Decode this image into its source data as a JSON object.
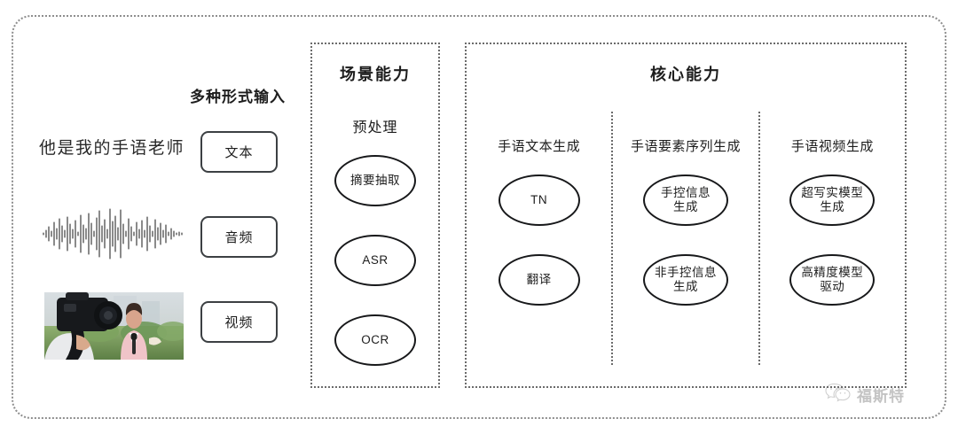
{
  "input": {
    "heading": "多种形式输入",
    "sample_text": "他是我的手语老师",
    "modalities": [
      {
        "label": "文本",
        "icon": "text-icon"
      },
      {
        "label": "音频",
        "icon": "waveform-icon"
      },
      {
        "label": "视频",
        "icon": "video-icon"
      }
    ]
  },
  "scene_panel": {
    "title": "场景能力",
    "subtitle": "预处理",
    "nodes": [
      {
        "line1": "摘要抽取"
      },
      {
        "line1": "ASR"
      },
      {
        "line1": "OCR"
      }
    ]
  },
  "core_panel": {
    "title": "核心能力",
    "columns": [
      {
        "title": "手语文本生成",
        "nodes": [
          {
            "line1": "TN"
          },
          {
            "line1": "翻译"
          }
        ]
      },
      {
        "title": "手语要素序列生成",
        "nodes": [
          {
            "line1": "手控信息",
            "line2": "生成"
          },
          {
            "line1": "非手控信息",
            "line2": "生成"
          }
        ]
      },
      {
        "title": "手语视频生成",
        "nodes": [
          {
            "line1": "超写实模型",
            "line2": "生成"
          },
          {
            "line1": "高精度模型",
            "line2": "驱动"
          }
        ]
      }
    ]
  },
  "watermark": {
    "logo": "wechat-icon",
    "text": "福斯特"
  },
  "colors": {
    "frame_border": "#8e8e8e",
    "panel_border": "#6b6b6b",
    "node_border": "#17181a",
    "box_border": "#3c4043",
    "text": "#1d1d1d",
    "background": "#ffffff"
  }
}
